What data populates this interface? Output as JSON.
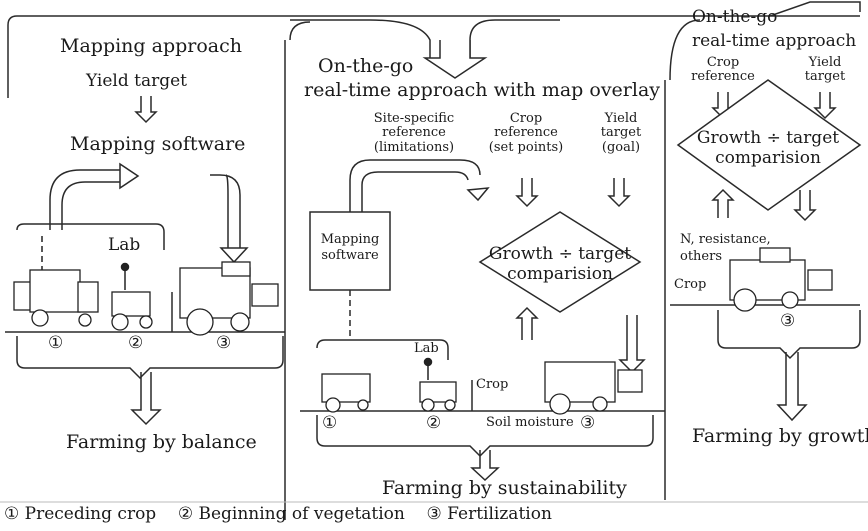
{
  "left": {
    "title": "Mapping approach",
    "yield_target": "Yield target",
    "software": "Mapping software",
    "lab": "Lab",
    "steps": [
      "①",
      "②",
      "③"
    ],
    "result": "Farming by balance"
  },
  "middle": {
    "title_line1": "On-the-go",
    "title_line2": "real-time approach with map overlay",
    "site_specific": [
      "Site-specific",
      "reference",
      "(limitations)"
    ],
    "crop_reference": [
      "Crop",
      "reference",
      "(set points)"
    ],
    "yield_target": [
      "Yield",
      "target",
      "(goal)"
    ],
    "comparison": [
      "Growth ÷ target",
      "comparision"
    ],
    "software": [
      "Mapping",
      "software"
    ],
    "lab": "Lab",
    "crop": "Crop",
    "soil_moisture": "Soil moisture",
    "steps": [
      "①",
      "②",
      "③"
    ],
    "result": "Farming by sustainability"
  },
  "right": {
    "title_line1": "On-the-go",
    "title_line2": "real-time approach",
    "crop_reference": [
      "Crop",
      "reference"
    ],
    "yield_target": [
      "Yield",
      "target"
    ],
    "comparison": [
      "Growth ÷ target",
      "comparision"
    ],
    "sensor": [
      "N, resistance,",
      "others"
    ],
    "crop": "Crop",
    "step": "③",
    "result": "Farming by growth"
  },
  "legend": {
    "item1_num": "①",
    "item1": "Preceding crop",
    "item2_num": "②",
    "item2": "Beginning of vegetation",
    "item3_num": "③",
    "item3": "Fertilization"
  }
}
